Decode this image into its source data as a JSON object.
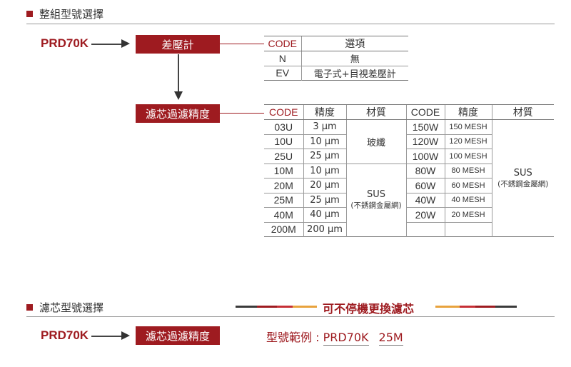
{
  "section1": {
    "title": "整組型號選擇"
  },
  "section2": {
    "title": "濾芯型號選擇"
  },
  "flow": {
    "model_code": "PRD70K",
    "step1_label": "差壓計",
    "step2_label": "濾芯過濾精度"
  },
  "gauge_table": {
    "headers": [
      "CODE",
      "選項"
    ],
    "rows": [
      [
        "N",
        "無"
      ],
      [
        "EV",
        "電子式+目視差壓計"
      ]
    ]
  },
  "filter_table": {
    "headers": [
      "CODE",
      "精度",
      "材質",
      "CODE",
      "精度",
      "材質"
    ],
    "left_rows": [
      [
        "03U",
        "3 μm"
      ],
      [
        "10U",
        "10 μm"
      ],
      [
        "25U",
        "25 μm"
      ],
      [
        "10M",
        "10 μm"
      ],
      [
        "20M",
        "20 μm"
      ],
      [
        "25M",
        "25 μm"
      ],
      [
        "40M",
        "40 μm"
      ],
      [
        "200M",
        "200 μm"
      ]
    ],
    "left_material_1": "玻纖",
    "left_material_2_main": "SUS",
    "left_material_2_sub": "(不銹鋼金屬網)",
    "right_rows": [
      [
        "150W",
        "150 MESH"
      ],
      [
        "120W",
        "120 MESH"
      ],
      [
        "100W",
        "100 MESH"
      ],
      [
        "80W",
        "80 MESH"
      ],
      [
        "60W",
        "60 MESH"
      ],
      [
        "40W",
        "40 MESH"
      ],
      [
        "20W",
        "20 MESH"
      ]
    ],
    "right_material_main": "SUS",
    "right_material_sub": "(不銹鋼金屬網)"
  },
  "banner": {
    "text": "可不停機更換濾芯"
  },
  "example": {
    "label": "型號範例 : ",
    "model": "PRD70K",
    "code": "25M"
  },
  "colors": {
    "brand_red": "#9e1b20",
    "orange": "#e8a33d",
    "dark": "#3a3a3a"
  }
}
